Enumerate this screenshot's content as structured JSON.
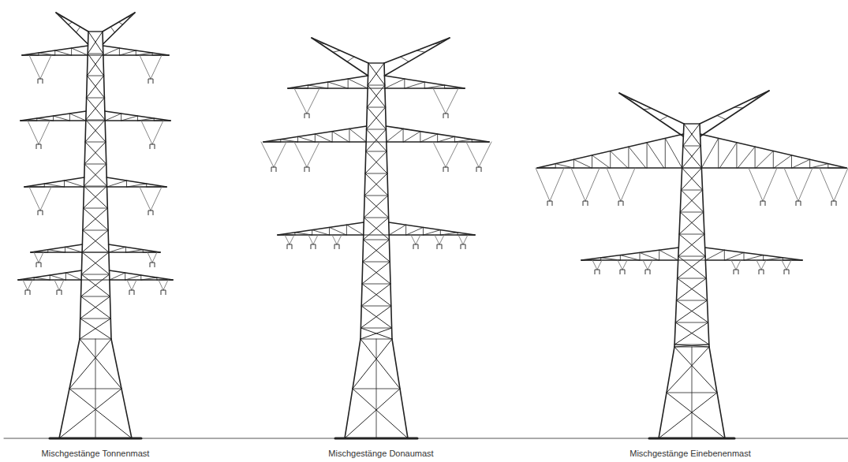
{
  "diagram": {
    "labels": [
      "Mischgestänge Tonnenmast",
      "Mischgestänge Donaumast",
      "Mischgestänge Einebenenmast"
    ]
  }
}
